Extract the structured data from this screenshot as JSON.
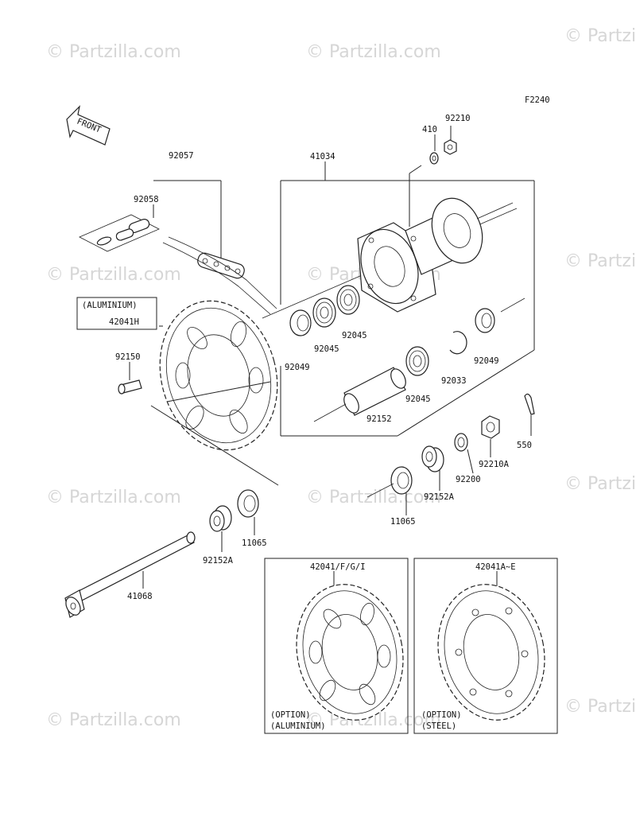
{
  "diagram_code": "F2240",
  "watermark_text": "© Partzilla.com",
  "front_arrow_label": "FRONT",
  "labels": {
    "p92057": "92057",
    "p92058": "92058",
    "p41034": "41034",
    "p410": "410",
    "p92210": "92210",
    "aluminium_tag": "(ALUMINIUM)",
    "p42041H": "42041H",
    "p92150": "92150",
    "p92049_left": "92049",
    "p92045_a": "92045",
    "p92045_b": "92045",
    "p92045_c": "92045",
    "p92049_right": "92049",
    "p92033": "92033",
    "p92152": "92152",
    "p550": "550",
    "p92210A": "92210A",
    "p92200": "92200",
    "p92152A_right": "92152A",
    "p11065_right": "11065",
    "p11065_left": "11065",
    "p92152A_left": "92152A",
    "p41068": "41068"
  },
  "options": [
    {
      "part": "42041/F/G/I",
      "line1": "(OPTION)",
      "line2": "(ALUMINIUM)"
    },
    {
      "part": "42041A~E",
      "line1": "(OPTION)",
      "line2": "(STEEL)"
    }
  ]
}
